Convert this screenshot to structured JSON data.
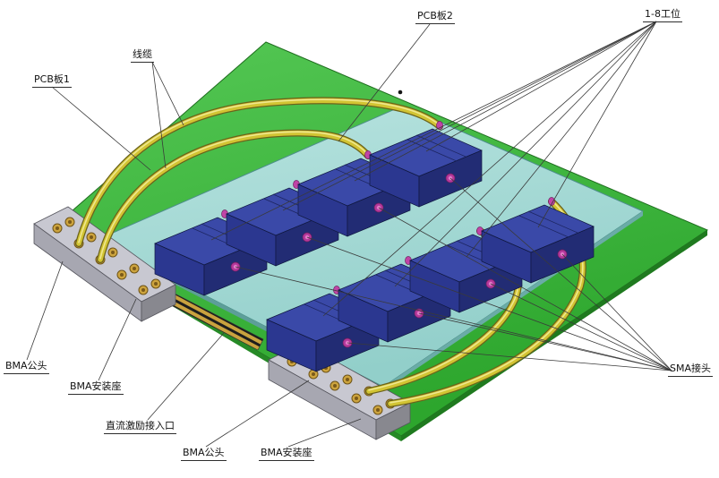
{
  "labels": {
    "pcb_board_1": "PCB板1",
    "cable_harness": "线缆",
    "pcb_board_2": "PCB板2",
    "stations_1_8": "1-8工位",
    "bma_male_left": "BMA公头",
    "bma_mount_left": "BMA安装座",
    "dc_input_port": "直流激励接入口",
    "bma_male_bottom": "BMA公头",
    "bma_mount_bottom": "BMA安装座",
    "sma_connector": "SMA接头"
  },
  "components": {
    "station_module_count": 8,
    "bma_connector_block_count": 2,
    "visible_cable_count": 4
  },
  "colors": {
    "pcb_board_1_green": "#3fbb3f",
    "pcb_board_2_cyan": "#a5d8d6",
    "station_module_blue": "#2f3e9e",
    "cable_yellow": "#d2c433",
    "bma_pin_gold": "#cda43e",
    "sma_connector_magenta": "#c844a8",
    "mount_block_gray": "#b9b9c2"
  }
}
